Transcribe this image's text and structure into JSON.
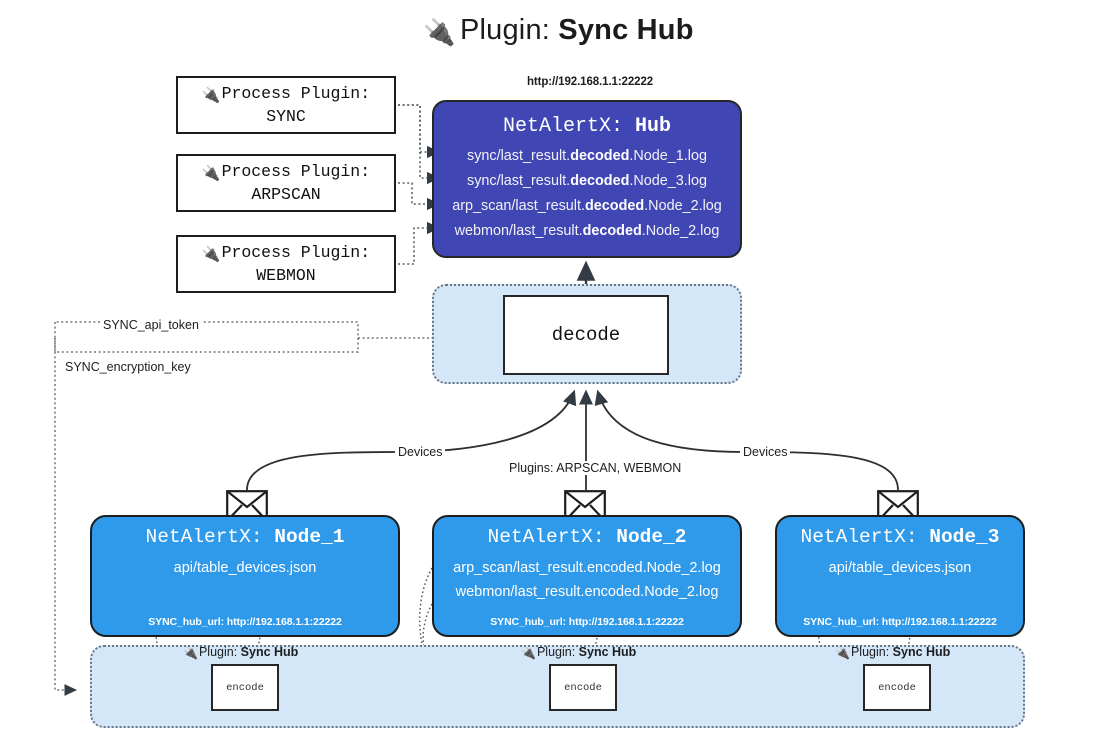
{
  "title": {
    "icon": "plug-icon",
    "prefix": "Plugin: ",
    "name": "Sync Hub"
  },
  "colors": {
    "hub_fill": "#4046b4",
    "node_fill": "#2f99ea",
    "container_fill": "#d4e7f9",
    "border": "#1d1d1d",
    "dotted_border": "#6b7580",
    "white": "#ffffff"
  },
  "process_plugins": [
    {
      "icon": "plug-icon",
      "line1": "Process Plugin:",
      "line2": "SYNC"
    },
    {
      "icon": "plug-icon",
      "line1": "Process Plugin:",
      "line2": "ARPSCAN"
    },
    {
      "icon": "plug-icon",
      "line1": "Process Plugin:",
      "line2": "WEBMON"
    }
  ],
  "hub": {
    "url": "http://192.168.1.1:22222",
    "title_prefix": "NetAlertX: ",
    "title_name": "Hub",
    "lines": [
      {
        "pre": "sync/last_result.",
        "mid": "decoded",
        "post": ".Node_1.log"
      },
      {
        "pre": "sync/last_result.",
        "mid": "decoded",
        "post": ".Node_3.log"
      },
      {
        "pre": "arp_scan/last_result.",
        "mid": "decoded",
        "post": ".Node_2.log"
      },
      {
        "pre": "webmon/last_result.",
        "mid": "decoded",
        "post": ".Node_2.log"
      }
    ]
  },
  "decode": {
    "label": "decode"
  },
  "settings": {
    "api_token": "SYNC_api_token",
    "encryption_key": "SYNC_encryption_key"
  },
  "edge_labels": {
    "devices_left": "Devices",
    "devices_right": "Devices",
    "plugins_mid": "Plugins: ARPSCAN, WEBMON"
  },
  "nodes": [
    {
      "id": "node1",
      "icon": "envelope-icon",
      "title_prefix": "NetAlertX: ",
      "title_name": "Node_1",
      "lines": [
        "api/table_devices.json"
      ],
      "footer": "SYNC_hub_url: http://192.168.1.1:22222"
    },
    {
      "id": "node2",
      "icon": "envelope-icon",
      "title_prefix": "NetAlertX: ",
      "title_name": "Node_2",
      "lines": [
        "arp_scan/last_result.encoded.Node_2.log",
        "webmon/last_result.encoded.Node_2.log"
      ],
      "footer": "SYNC_hub_url: http://192.168.1.1:22222"
    },
    {
      "id": "node3",
      "icon": "envelope-icon",
      "title_prefix": "NetAlertX: ",
      "title_name": "Node_3",
      "lines": [
        "api/table_devices.json"
      ],
      "footer": "SYNC_hub_url: http://192.168.1.1:22222"
    }
  ],
  "bottom_plugins": [
    {
      "icon": "plug-icon",
      "prefix": "Plugin: ",
      "name": "Sync Hub",
      "box_label": "encode"
    },
    {
      "icon": "plug-icon",
      "prefix": "Plugin: ",
      "name": "Sync Hub",
      "box_label": "encode"
    },
    {
      "icon": "plug-icon",
      "prefix": "Plugin: ",
      "name": "Sync Hub",
      "box_label": "encode"
    }
  ]
}
